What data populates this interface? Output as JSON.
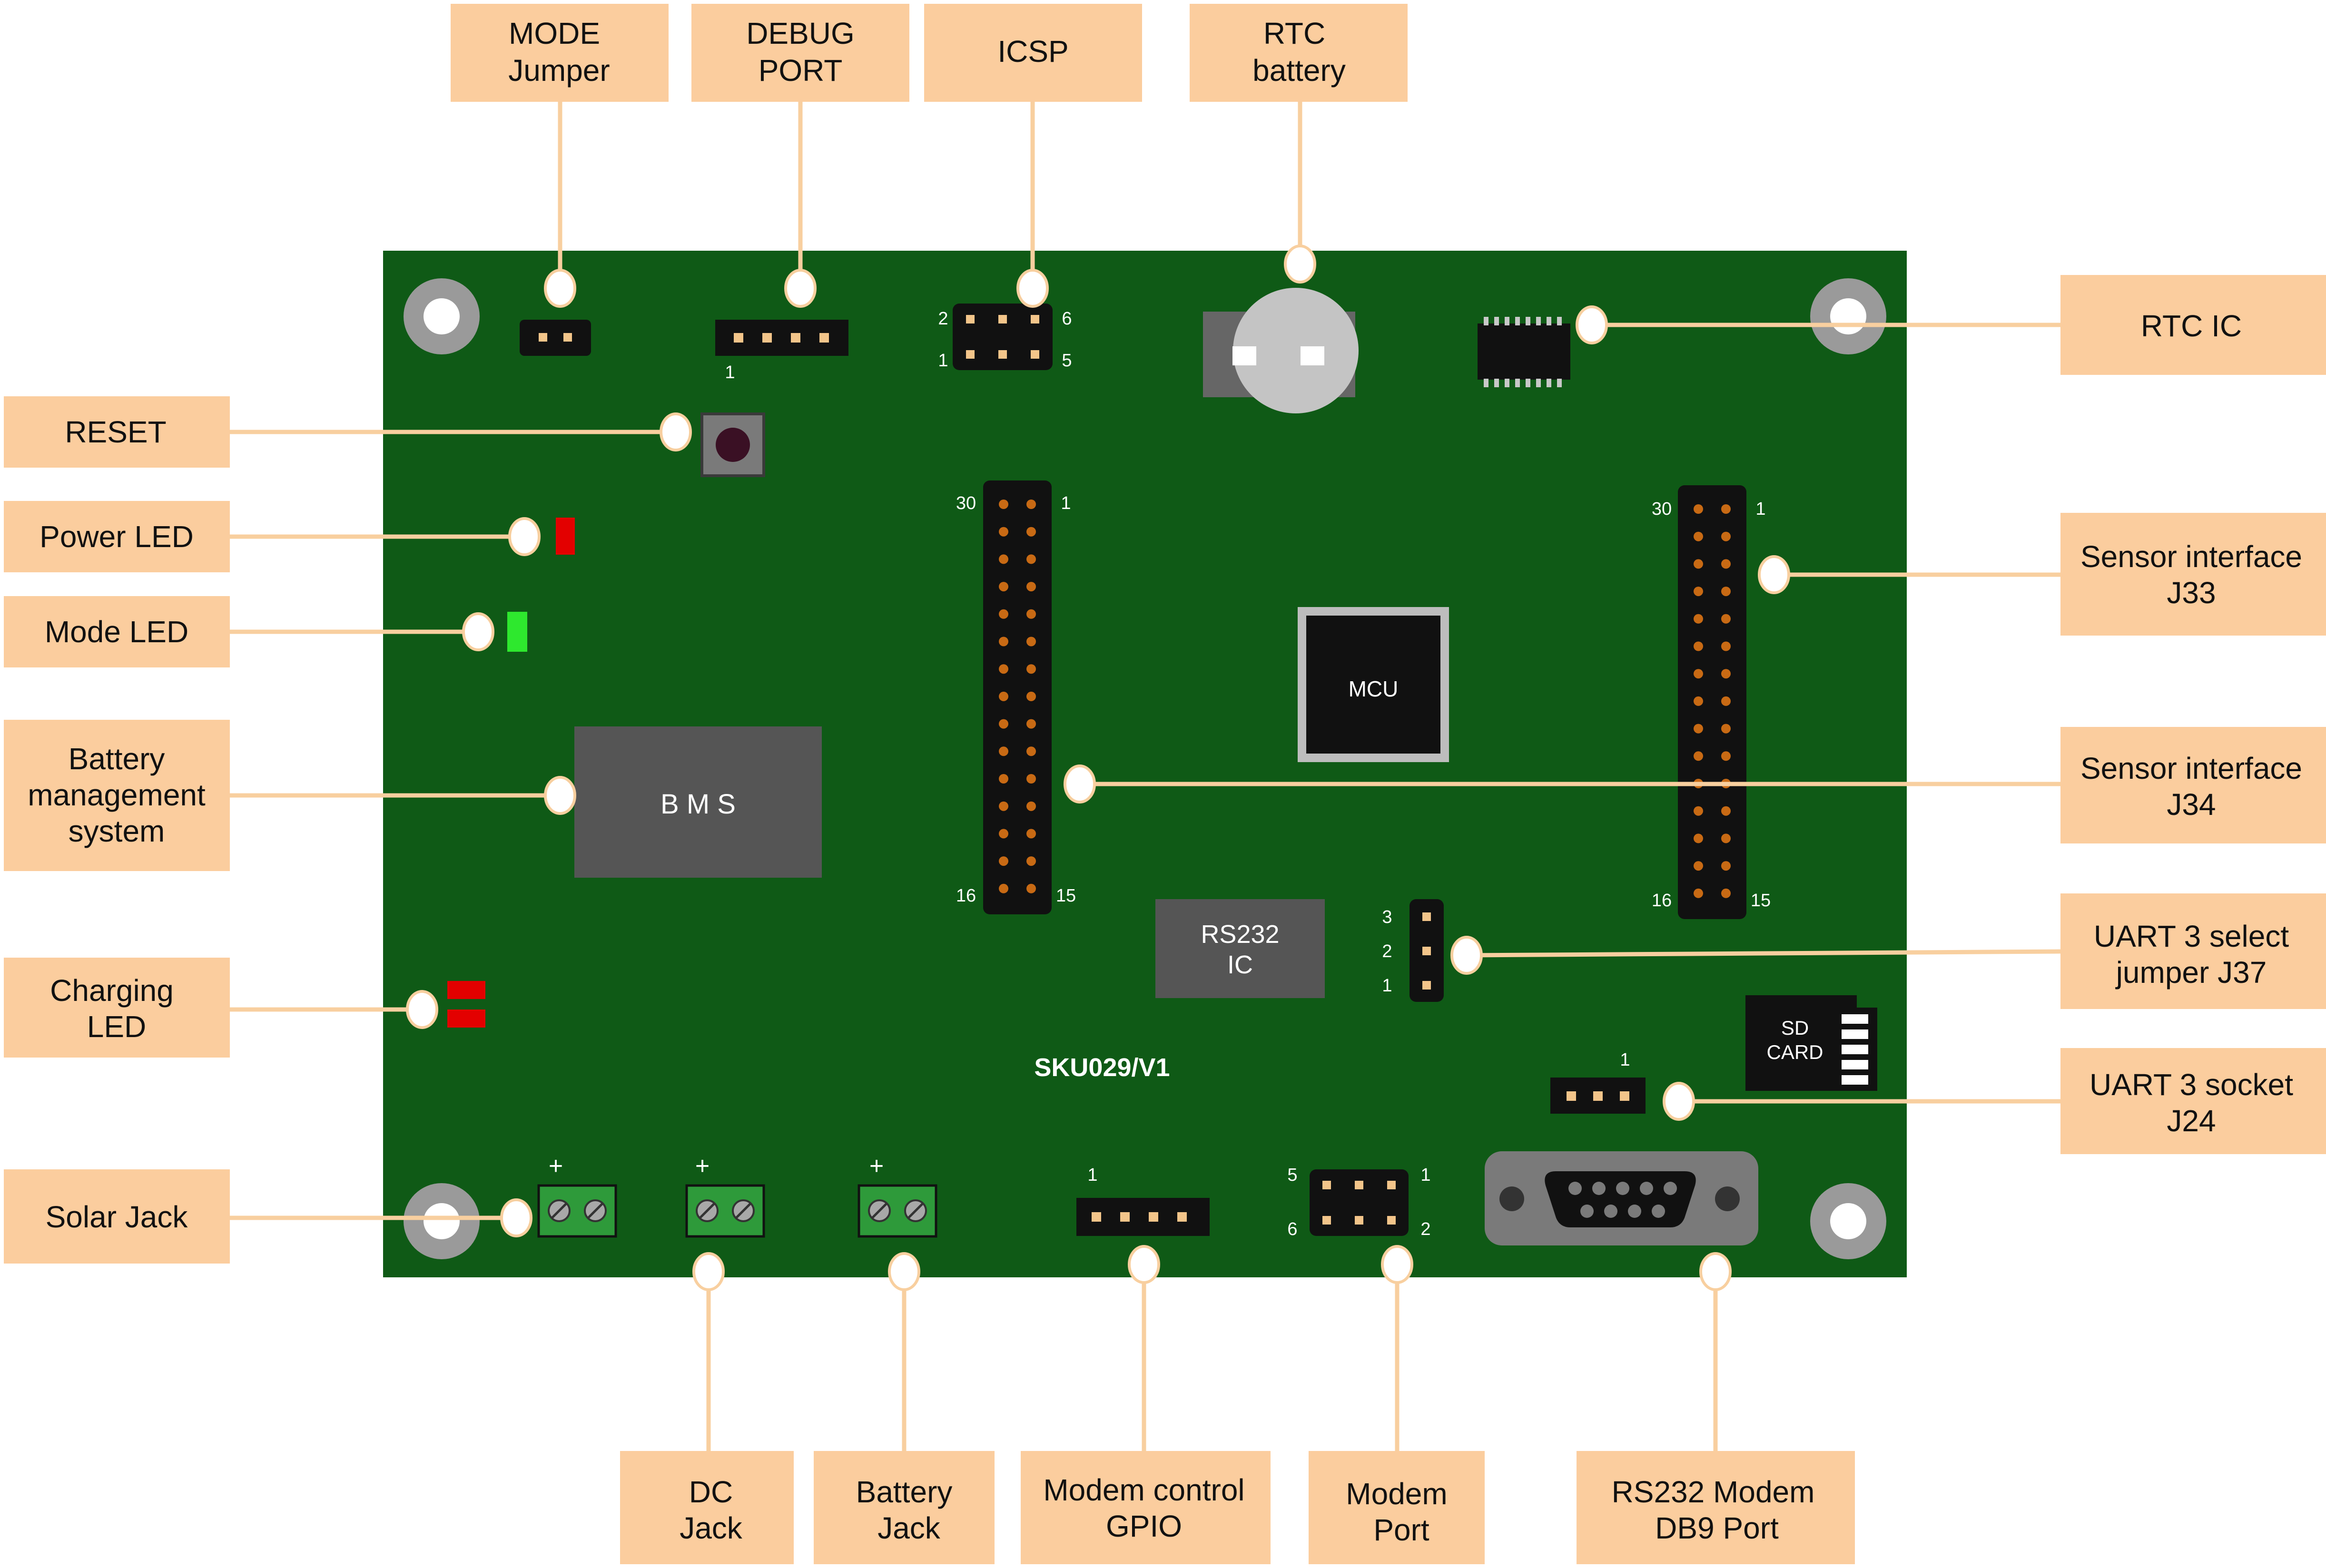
{
  "colors": {
    "pcb": "#0f5a16",
    "callout": "#fbcd9e",
    "leader": "#f8cf9f",
    "chip": "#555555",
    "header": "#111111",
    "pin": "#c86a14",
    "power_led": "#e30000",
    "mode_led": "#2ee82e",
    "charging_led": "#e30000",
    "terminal": "#2e9a3a"
  },
  "board": {
    "silkscreen": "SKU029/V1",
    "bms_label": "B M S",
    "mcu_label": "MCU",
    "rs232_ic": [
      "RS232",
      "IC"
    ],
    "sd_card": [
      "SD",
      "CARD"
    ],
    "plus": "+",
    "pins": {
      "debug_1": "1",
      "icsp_2": "2",
      "icsp_6": "6",
      "icsp_1": "1",
      "icsp_5": "5",
      "j34_30": "30",
      "j34_1": "1",
      "j34_16": "16",
      "j34_15": "15",
      "j33_30": "30",
      "j33_1": "1",
      "j33_16": "16",
      "j33_15": "15",
      "j37_3": "3",
      "j37_2": "2",
      "j37_1": "1",
      "j24_1": "1",
      "gpio_1": "1",
      "modem_5": "5",
      "modem_1": "1",
      "modem_6": "6",
      "modem_2": "2"
    }
  },
  "callouts": {
    "mode_jumper": [
      "MODE",
      "Jumper"
    ],
    "debug_port": [
      "DEBUG",
      "PORT"
    ],
    "icsp": [
      "ICSP"
    ],
    "rtc_battery": [
      "RTC",
      "battery"
    ],
    "rtc_ic": [
      "RTC IC"
    ],
    "reset": [
      "RESET"
    ],
    "power_led": [
      "Power LED"
    ],
    "mode_led": [
      "Mode LED"
    ],
    "bms": [
      "Battery",
      "management",
      "system"
    ],
    "charging_led": [
      "Charging",
      "LED"
    ],
    "solar_jack": [
      "Solar Jack"
    ],
    "sensor_j33": [
      "Sensor interface",
      "J33"
    ],
    "sensor_j34": [
      "Sensor interface",
      "J34"
    ],
    "uart3_select": [
      "UART 3 select",
      "jumper J37"
    ],
    "uart3_socket": [
      "UART 3 socket",
      "J24"
    ],
    "dc_jack": [
      "DC",
      "Jack"
    ],
    "battery_jack": [
      "Battery",
      "Jack"
    ],
    "modem_gpio": [
      "Modem control",
      "GPIO"
    ],
    "modem_port": [
      "Modem",
      "Port"
    ],
    "rs232_db9": [
      "RS232 Modem",
      "DB9 Port"
    ]
  }
}
